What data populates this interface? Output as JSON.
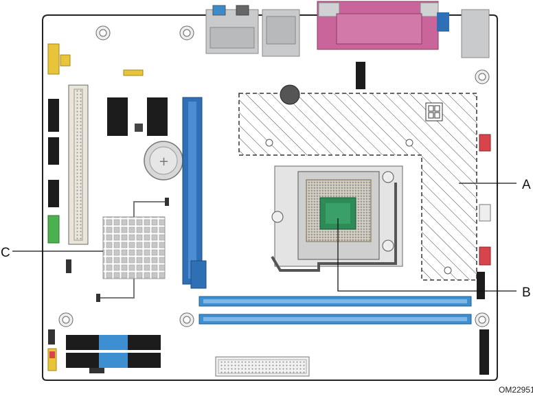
{
  "diagram": {
    "callouts": {
      "a": "A",
      "b": "B",
      "c": "C"
    },
    "figure_id": "OM22951",
    "colors": {
      "board_outline": "#222222",
      "hatch": "#333333",
      "dimm_blue": "#3d8fd1",
      "pcie_blue": "#2f6fb5",
      "port_gray": "#c9cacc",
      "parallel_pink": "#c9659a",
      "header_black": "#1c1c1c",
      "fan_red": "#d8444c",
      "green_header": "#4caf50",
      "yellow_header": "#e8c43a",
      "cpu_green": "#2e8b57",
      "socket_tan": "#b7a98e"
    }
  }
}
